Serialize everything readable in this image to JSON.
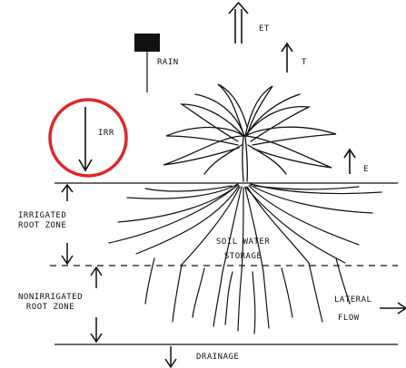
{
  "labels": {
    "et": "ET",
    "t": "T",
    "rain": "RAIN",
    "irr": "IRR",
    "e": "E",
    "irrigated_root_zone_line1": "IRRIGATED",
    "irrigated_root_zone_line2": "ROOT ZONE",
    "soil_water_line1": "SOIL WATER",
    "soil_water_line2": "STORAGE",
    "nonirrigated_line1": "NONIRRIGATED",
    "nonirrigated_line2": "ROOT ZONE",
    "lateral_line1": "LATERAL",
    "lateral_line2": "FLOW",
    "drainage": "DRAINAGE"
  },
  "colors": {
    "ink": "#111111",
    "highlight_circle": "#e0262b",
    "background": "#ffffff"
  },
  "icons": [
    "rain-gauge-icon",
    "plant-icon",
    "root-system-icon"
  ]
}
